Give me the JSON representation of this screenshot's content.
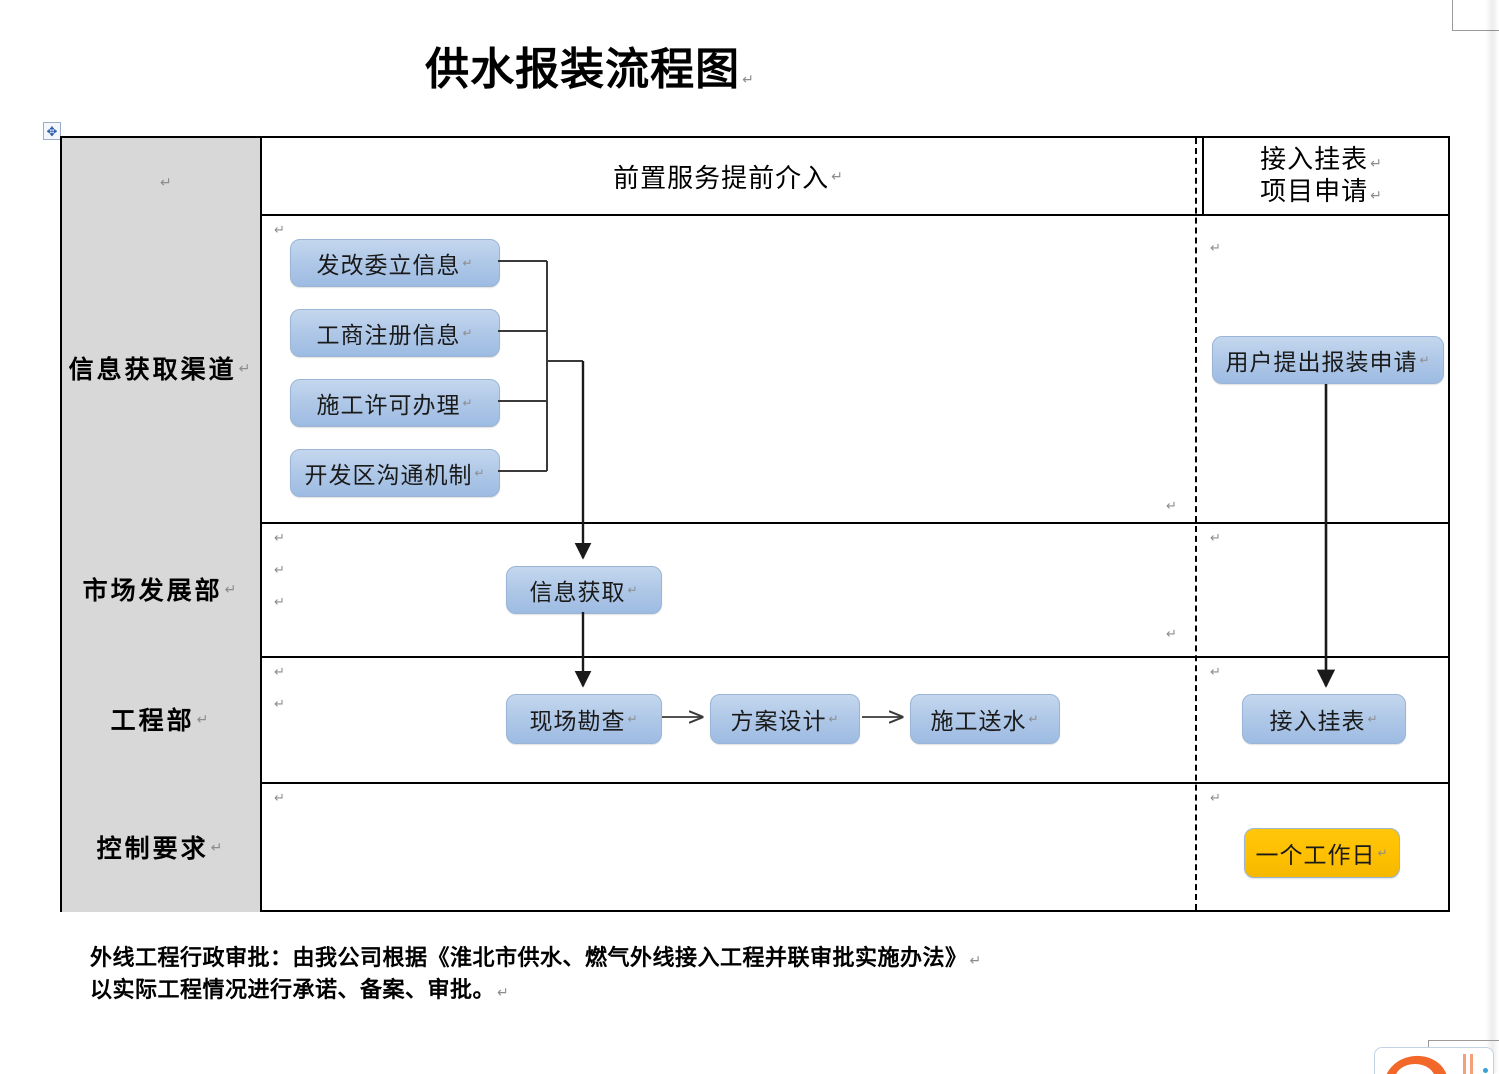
{
  "document": {
    "title": "供水报装流程图",
    "paragraph_mark": "↵"
  },
  "table": {
    "header": {
      "label_cell": "",
      "main_column": "前置服务提前介入",
      "right_column_line1": "接入挂表",
      "right_column_line2": "项目申请"
    },
    "rows": [
      {
        "label": "信息获取渠道"
      },
      {
        "label": "市场发展部"
      },
      {
        "label": "工程部"
      },
      {
        "label": "控制要求"
      }
    ]
  },
  "nodes": {
    "source_boxes": [
      "发改委立信息",
      "工商注册信息",
      "施工许可办理",
      "开发区沟通机制"
    ],
    "market_box": "信息获取",
    "engineering_boxes": [
      "现场勘查",
      "方案设计",
      "施工送水"
    ],
    "right_apply_box": "用户提出报装申请",
    "right_meter_box": "接入挂表",
    "control_box": "一个工作日"
  },
  "footer": {
    "line1": "外线工程行政审批：由我公司根据《淮北市供水、燃气外线接入工程并联审批实施办法》",
    "line2": "以实际工程情况进行承诺、备案、审批。"
  },
  "colors": {
    "box_fill": "#b1c9e8",
    "box_border": "#9ab5d6",
    "yellow_fill": "#ffc000",
    "header_cell_fill": "#d8d8d8",
    "line": "#000000",
    "pilcrow": "#8c8c8c"
  }
}
